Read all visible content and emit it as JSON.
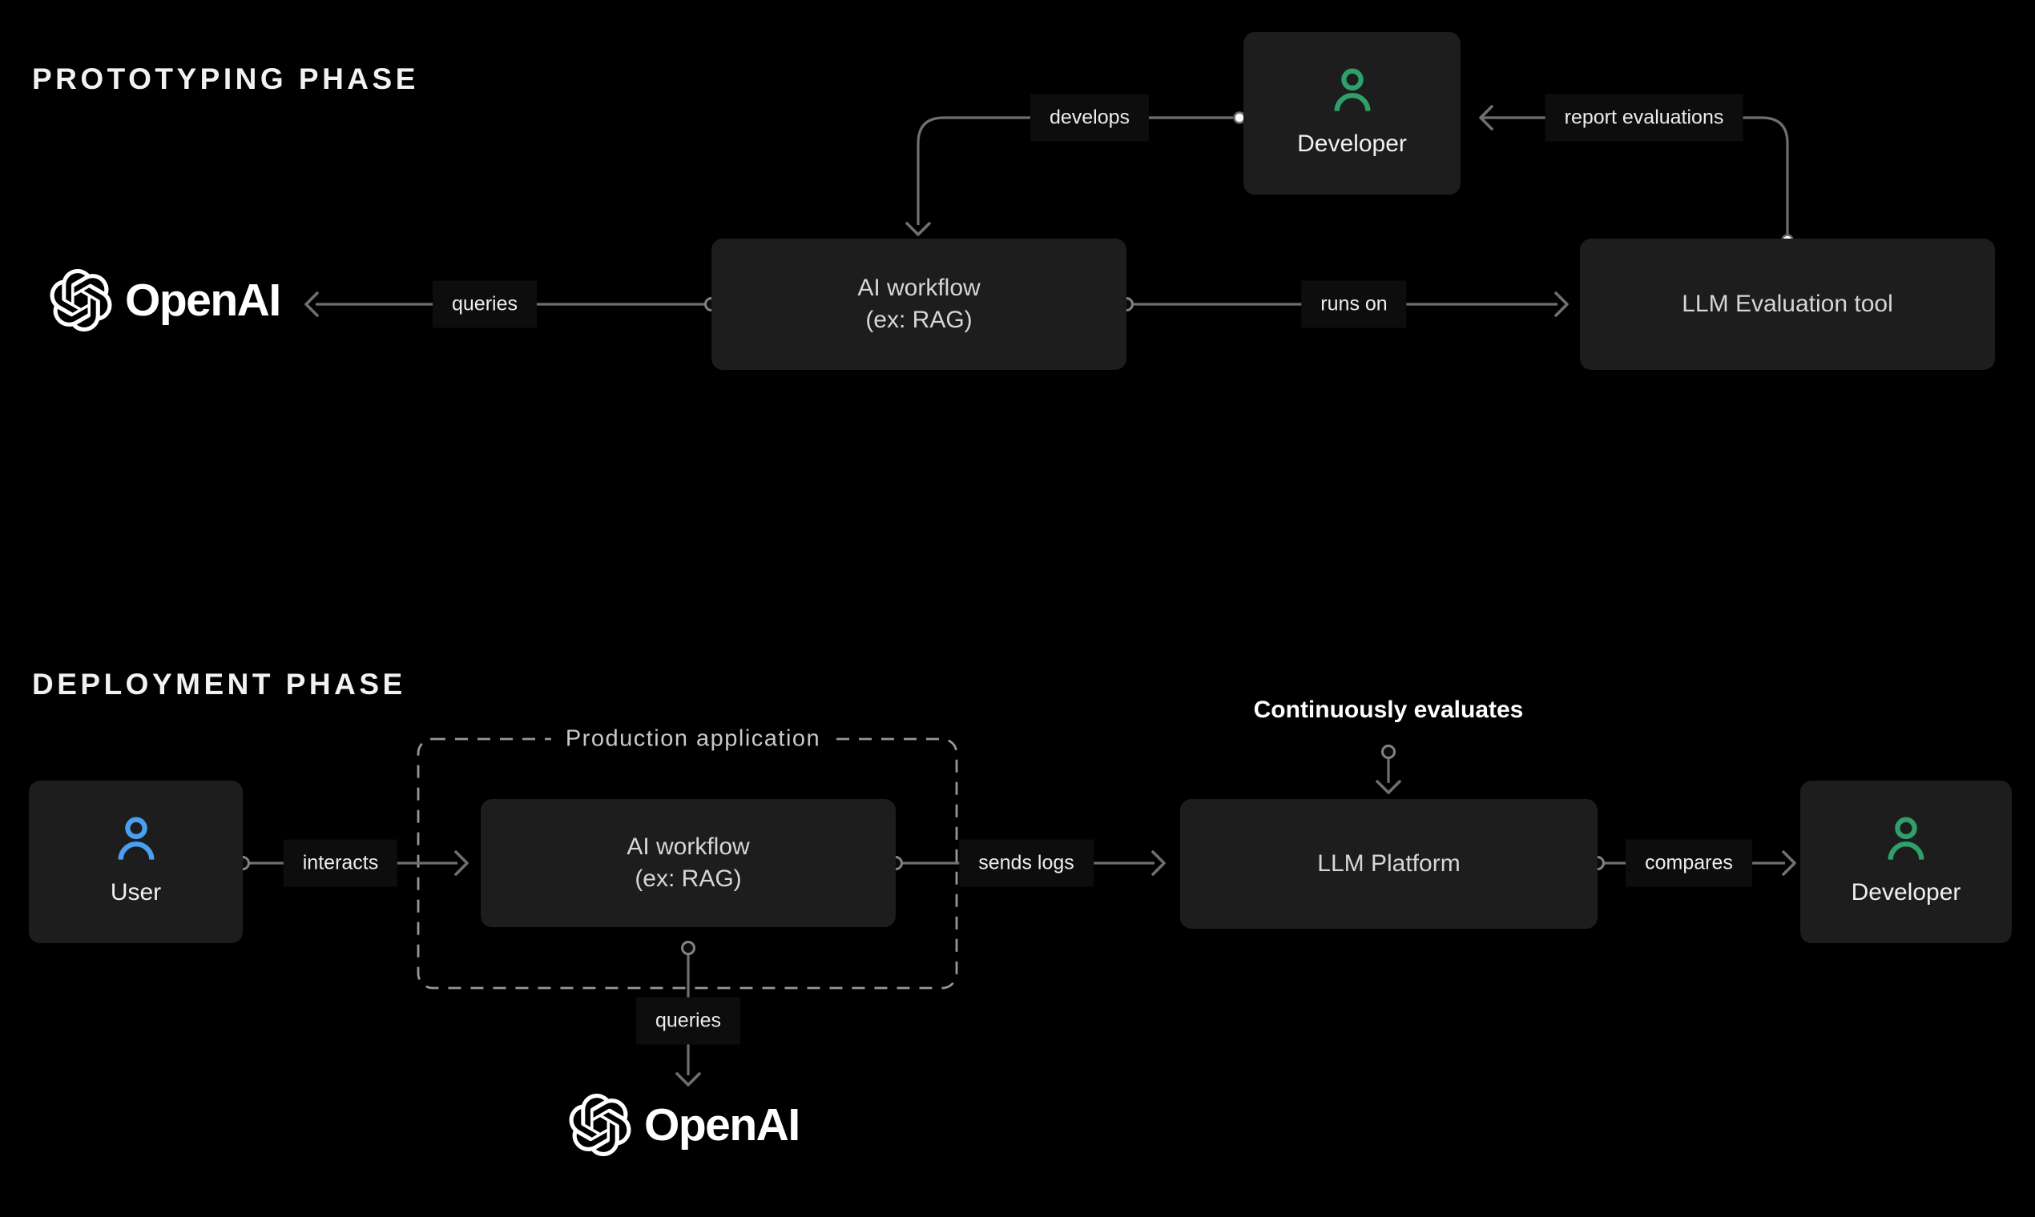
{
  "phases": {
    "prototyping": {
      "title": "PROTOTYPING PHASE"
    },
    "deployment": {
      "title": "DEPLOYMENT PHASE"
    }
  },
  "nodes": {
    "openai_top": {
      "label": "OpenAI"
    },
    "ai_workflow_top": {
      "line1": "AI workflow",
      "line2": "(ex: RAG)"
    },
    "developer_top": {
      "label": "Developer"
    },
    "llm_evaluation_tool": {
      "label": "LLM Evaluation tool"
    },
    "user": {
      "label": "User"
    },
    "production_application": {
      "title": "Production application"
    },
    "ai_workflow_bottom": {
      "line1": "AI workflow",
      "line2": "(ex: RAG)"
    },
    "llm_platform": {
      "label": "LLM Platform"
    },
    "developer_bottom": {
      "label": "Developer"
    },
    "openai_bottom": {
      "label": "OpenAI"
    }
  },
  "edges": {
    "queries_top": {
      "label": "queries"
    },
    "runs_on": {
      "label": "runs on"
    },
    "develops": {
      "label": "develops"
    },
    "report_evaluations": {
      "label": "report evaluations"
    },
    "interacts": {
      "label": "interacts"
    },
    "sends_logs": {
      "label": "sends logs"
    },
    "compares": {
      "label": "compares"
    },
    "queries_bottom": {
      "label": "queries"
    },
    "continuously_evaluates": {
      "label": "Continuously evaluates"
    }
  },
  "colors": {
    "bg": "#000000",
    "box_fill": "#1d1d1d",
    "line": "#6f6f6f",
    "ring_stroke": "#828282",
    "dot_fill": "#fafafa",
    "green": "#2fa06a",
    "blue": "#4aa0f0",
    "label_bg": "#0d0d0d",
    "text_bright": "#f2f2f2",
    "text_dim": "#d2d2d2",
    "dash_border": "#979797"
  }
}
